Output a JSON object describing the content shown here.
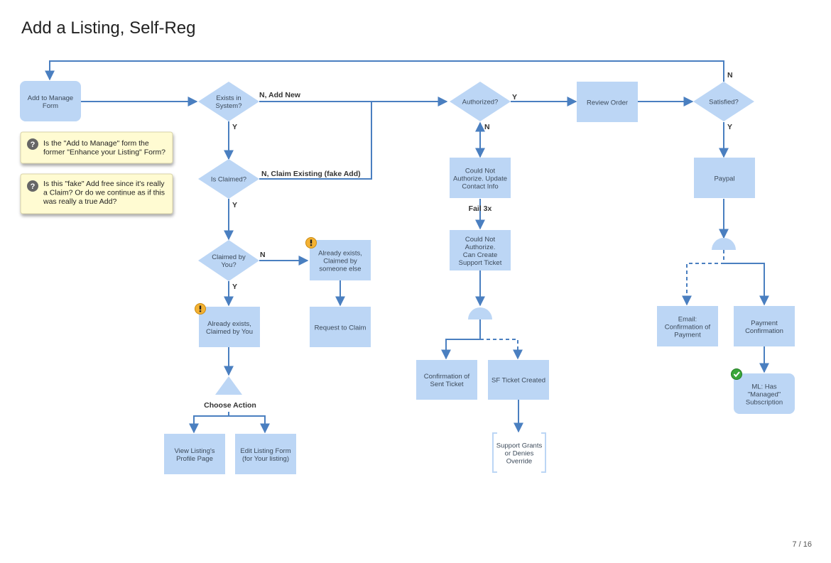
{
  "title": "Add a Listing, Self-Reg",
  "page_number": "7 / 16",
  "nodes": {
    "add_to_manage": [
      "Add to Manage",
      "Form"
    ],
    "exists_in_system": [
      "Exists in",
      "System?"
    ],
    "is_claimed": [
      "Is Claimed?"
    ],
    "claimed_by_you": [
      "Claimed by",
      "You?"
    ],
    "already_exists_other": [
      "Already exists,",
      "Claimed by",
      "someone else"
    ],
    "already_exists_you": [
      "Already exists,",
      "Claimed by You"
    ],
    "request_to_claim": [
      "Request to Claim"
    ],
    "view_listing": [
      "View Listing's",
      "Profile Page"
    ],
    "edit_listing": [
      "Edit Listing Form",
      "(for Your listing)"
    ],
    "authorized": [
      "Authorized?"
    ],
    "could_not_update": [
      "Could Not",
      "Authorize. Update",
      "Contact Info"
    ],
    "could_not_ticket": [
      "Could Not",
      "Authorize.",
      "Can Create",
      "Support Ticket"
    ],
    "confirmation_sent": [
      "Confirmation of",
      "Sent Ticket"
    ],
    "sf_ticket": [
      "SF Ticket Created"
    ],
    "support_grants": [
      "Support Grants",
      "or Denies",
      "Override"
    ],
    "review_order": [
      "Review Order"
    ],
    "satisfied": [
      "Satisfied?"
    ],
    "paypal": [
      "Paypal"
    ],
    "email_confirmation": [
      "Email:",
      "Confirmation of",
      "Payment"
    ],
    "payment_confirmation": [
      "Payment",
      "Confirmation"
    ],
    "ml_managed": [
      "ML: Has",
      "\"Managed\"",
      "Subscription"
    ]
  },
  "edge_labels": {
    "n_add_new": "N, Add New",
    "y_exists": "Y",
    "n_claim_existing": "N, Claim Existing (fake Add)",
    "y_claimed": "Y",
    "n_claimed_by_you": "N",
    "y_claimed_by_you": "Y",
    "choose_action": "Choose Action",
    "y_authorized": "Y",
    "n_authorized": "N",
    "fail_3x": "Fail 3x",
    "n_satisfied": "N",
    "y_satisfied": "Y"
  },
  "notes": [
    [
      "Is the \"Add to Manage\" form the",
      "former \"Enhance your Listing\" Form?"
    ],
    [
      "Is this \"fake\" Add free since it's really",
      "a Claim? Or do we continue as if this",
      "was really a true Add?"
    ]
  ],
  "icons": {
    "warning": "warning-icon",
    "check": "checkmark-icon",
    "question": "question-icon"
  }
}
